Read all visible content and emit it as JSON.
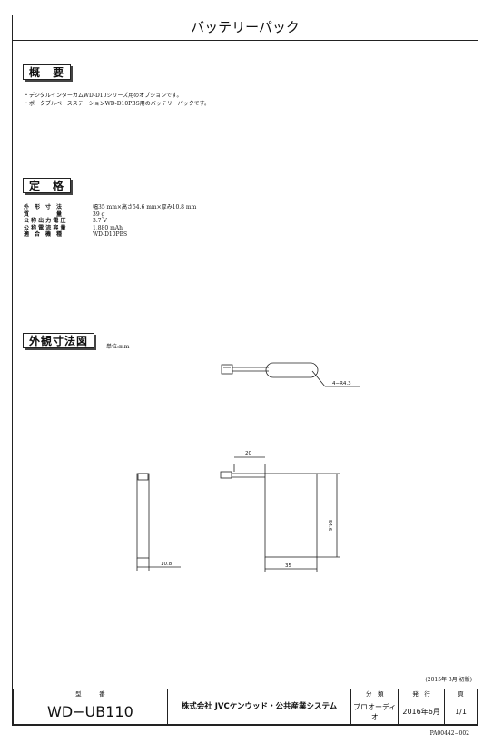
{
  "title": "バッテリーパック",
  "overview": {
    "heading": "概　要",
    "lines": [
      "・デジタルインターカムWD-D10シリーズ用のオプションです。",
      "・ポータブルベースステーションWD-D10PBS用のバッテリーパックです。"
    ]
  },
  "specs": {
    "heading": "定　格",
    "rows": [
      {
        "label": "外　形　寸　法",
        "value": "幅35 mm×高さ54.6 mm×厚み10.8 mm"
      },
      {
        "label": "質　　　　　量",
        "value": "39 g"
      },
      {
        "label": "公 称 出 力 電 圧",
        "value": "3.7 V"
      },
      {
        "label": "公 称 電 流 容 量",
        "value": "1,880 mAh"
      },
      {
        "label": "適　合　機　種",
        "value": "WD-D10PBS"
      }
    ]
  },
  "drawing": {
    "heading": "外観寸法図",
    "unit_note": "単位:mm",
    "dim_r": "4−R4.3",
    "dim_20": "20",
    "dim_546": "54.6",
    "dim_35": "35",
    "dim_108": "10.8"
  },
  "edition": "(2015年 3月 初版)",
  "title_block": {
    "model_header": "型　　　番",
    "model_value": "WD−UB110",
    "maker": "株式会社 JVCケンウッド・公共産業システム",
    "cat_header": "分　類",
    "cat_value": "プロオーディオ",
    "issue_header": "発　行",
    "issue_value": "2016年6月",
    "page_header": "頁",
    "page_value": "1/1"
  },
  "doc_id": "PA00442−002"
}
